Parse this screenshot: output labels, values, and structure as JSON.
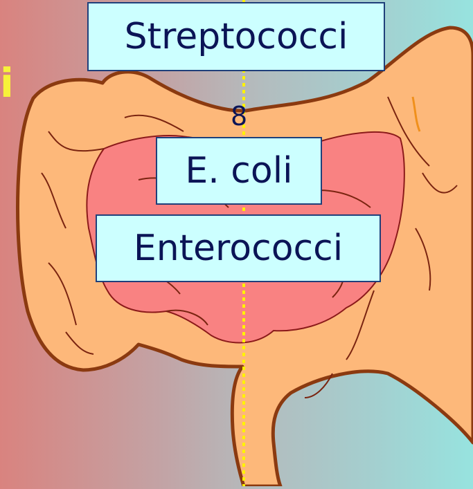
{
  "labels": {
    "top": "Streptococci",
    "middle": "E. coli",
    "lower": "Enterococci",
    "number": "8",
    "edge_glyph": "i"
  },
  "colors": {
    "colon_fill": "#fdb87a",
    "colon_outline": "#8b3a10",
    "small_intestine_fill": "#f98282",
    "label_background": "#ccffff",
    "text": "#0b1456",
    "marker_line": "#fff200"
  }
}
